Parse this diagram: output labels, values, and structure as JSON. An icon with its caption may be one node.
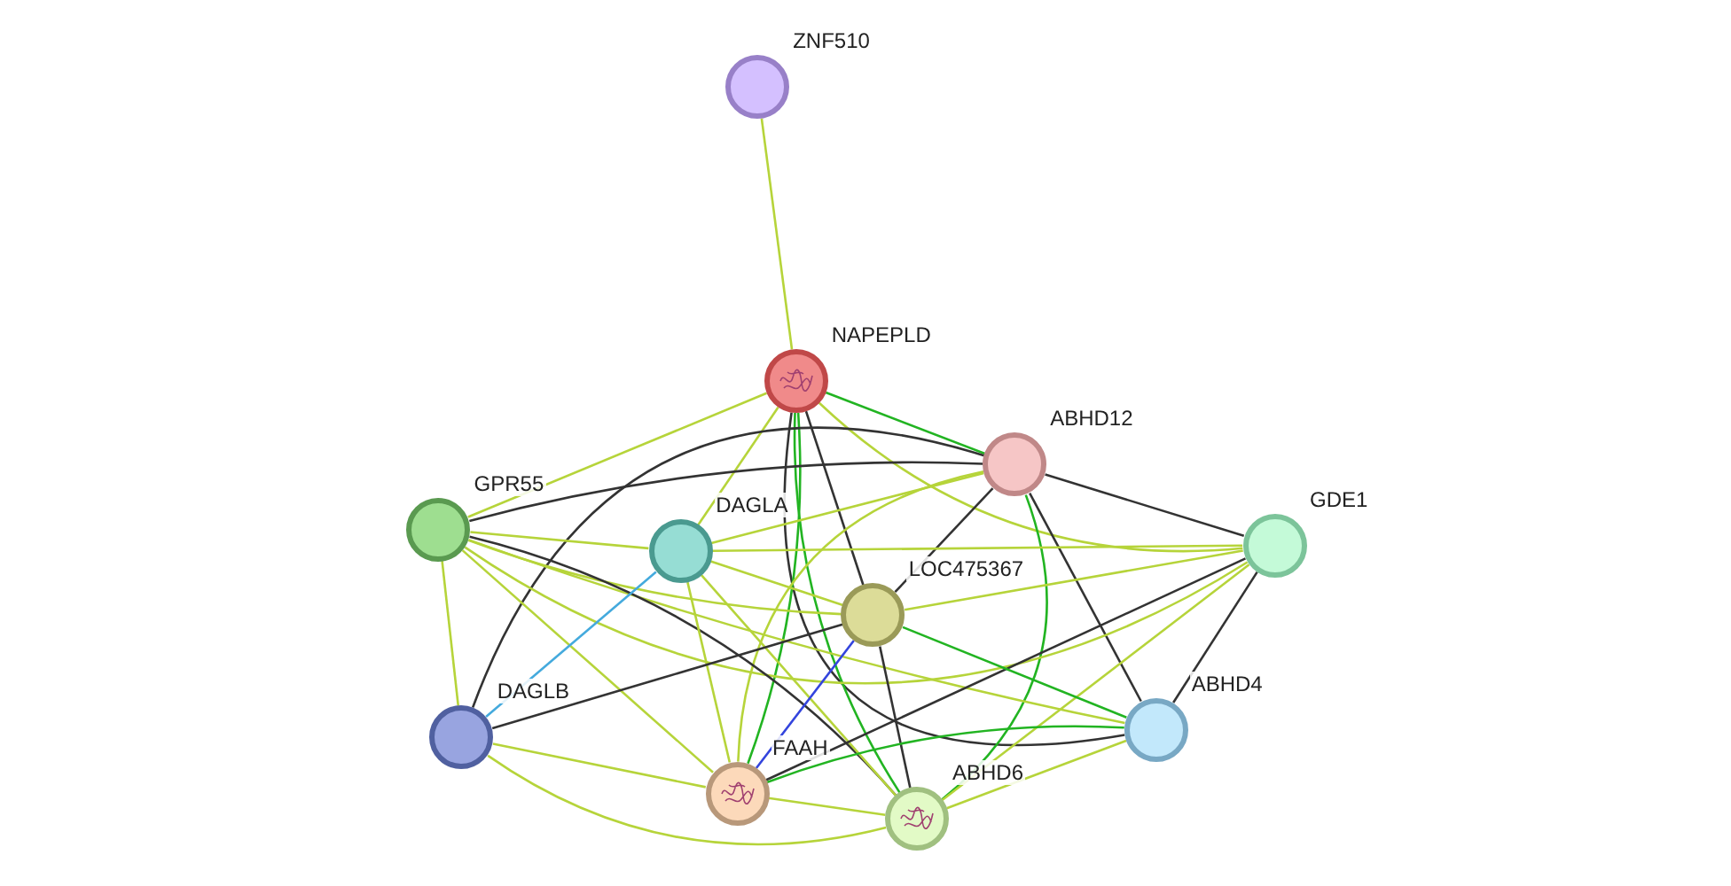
{
  "diagram": {
    "nodes": [
      {
        "text": [
          "ZNF510"
        ]
      },
      {
        "text": [
          "NAPEPLD"
        ]
      },
      {
        "text": [
          "ABHD12"
        ]
      },
      {
        "text": [
          "GPR55"
        ]
      },
      {
        "text": [
          "DAGLA"
        ]
      },
      {
        "text": [
          "GDE1"
        ]
      },
      {
        "text": [
          "LOC475367"
        ]
      },
      {
        "text": [
          "ABHD4"
        ]
      },
      {
        "text": [
          "DAGLB"
        ]
      },
      {
        "text": [
          "FAAH"
        ]
      },
      {
        "text": [
          "ABHD6"
        ]
      }
    ],
    "edges": [
      {
        "from": 0,
        "to": 1,
        "arrow": "none"
      },
      {
        "from": 1,
        "to": 2,
        "arrow": "none",
        "color": "#22b422"
      },
      {
        "from": 1,
        "to": 3,
        "arrow": "none"
      },
      {
        "from": 1,
        "to": 4,
        "arrow": "none"
      },
      {
        "from": 1,
        "to": 5,
        "arrow": "none"
      },
      {
        "from": 1,
        "to": 6,
        "arrow": "none",
        "color": "#333333"
      },
      {
        "from": 1,
        "to": 7,
        "arrow": "none",
        "color": "#333333"
      },
      {
        "from": 1,
        "to": 9,
        "arrow": "none",
        "color": "#22b422"
      },
      {
        "from": 1,
        "to": 10,
        "arrow": "none",
        "color": "#22b422"
      },
      {
        "from": 2,
        "to": 3,
        "arrow": "none",
        "color": "#333333"
      },
      {
        "from": 2,
        "to": 4,
        "arrow": "none"
      },
      {
        "from": 2,
        "to": 5,
        "arrow": "none",
        "color": "#333333"
      },
      {
        "from": 2,
        "to": 6,
        "arrow": "none",
        "color": "#333333"
      },
      {
        "from": 2,
        "to": 7,
        "arrow": "none",
        "color": "#333333"
      },
      {
        "from": 2,
        "to": 8,
        "arrow": "none",
        "color": "#333333"
      },
      {
        "from": 2,
        "to": 9,
        "arrow": "none"
      },
      {
        "from": 2,
        "to": 10,
        "arrow": "none",
        "color": "#22b422"
      },
      {
        "from": 3,
        "to": 4,
        "arrow": "none"
      },
      {
        "from": 3,
        "to": 5,
        "arrow": "none"
      },
      {
        "from": 3,
        "to": 6,
        "arrow": "none"
      },
      {
        "from": 3,
        "to": 7,
        "arrow": "none"
      },
      {
        "from": 3,
        "to": 8,
        "arrow": "none"
      },
      {
        "from": 3,
        "to": 9,
        "arrow": "none"
      },
      {
        "from": 3,
        "to": 10,
        "arrow": "none",
        "color": "#333333"
      },
      {
        "from": 4,
        "to": 5,
        "arrow": "none"
      },
      {
        "from": 4,
        "to": 6,
        "arrow": "none"
      },
      {
        "from": 4,
        "to": 8,
        "arrow": "none",
        "color": "#44aadd"
      },
      {
        "from": 4,
        "to": 9,
        "arrow": "none"
      },
      {
        "from": 4,
        "to": 10,
        "arrow": "none"
      },
      {
        "from": 5,
        "to": 6,
        "arrow": "none"
      },
      {
        "from": 5,
        "to": 7,
        "arrow": "none",
        "color": "#333333"
      },
      {
        "from": 5,
        "to": 9,
        "arrow": "none",
        "color": "#333333"
      },
      {
        "from": 5,
        "to": 10,
        "arrow": "none"
      },
      {
        "from": 6,
        "to": 7,
        "arrow": "none",
        "color": "#22b422"
      },
      {
        "from": 6,
        "to": 8,
        "arrow": "none",
        "color": "#333333"
      },
      {
        "from": 6,
        "to": 9,
        "arrow": "none",
        "color": "#3344dd"
      },
      {
        "from": 6,
        "to": 10,
        "arrow": "none",
        "color": "#333333"
      },
      {
        "from": 7,
        "to": 9,
        "arrow": "none",
        "color": "#22b422"
      },
      {
        "from": 7,
        "to": 10,
        "arrow": "none"
      },
      {
        "from": 8,
        "to": 9,
        "arrow": "none"
      },
      {
        "from": 8,
        "to": 10,
        "arrow": "none"
      },
      {
        "from": 9,
        "to": 10,
        "arrow": "none"
      }
    ]
  }
}
